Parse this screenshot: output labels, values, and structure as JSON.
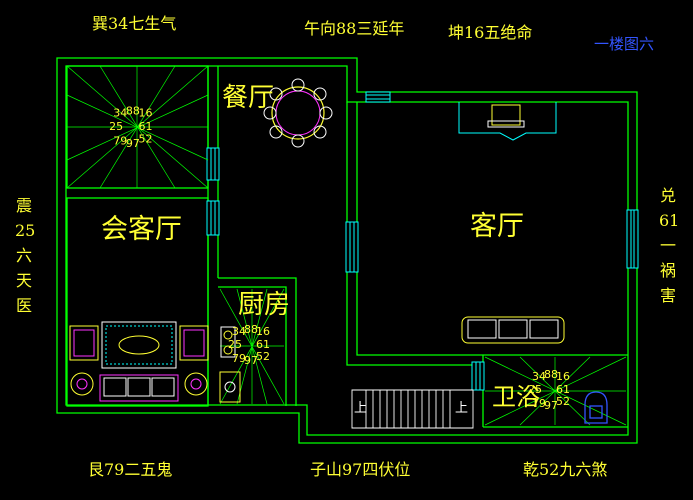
{
  "directions": {
    "top_left": "巽34七生气",
    "top_center": "午向88三延年",
    "top_right": "坤16五绝命",
    "title": "一楼图六",
    "left": "震25六天医",
    "right": "兑61一祸害",
    "bottom_left": "艮79二五鬼",
    "bottom_center": "子山97四伏位",
    "bottom_right": "乾52九六煞"
  },
  "rooms": {
    "reception": "会客厅",
    "dining": "餐厅",
    "living": "客厅",
    "kitchen": "厨房",
    "bathroom": "卫浴"
  },
  "stairs": {
    "up_left": "上",
    "up_right": "上"
  },
  "star_numbers": {
    "topleft_room": [
      "34",
      "88",
      "16",
      "25",
      "61",
      "79",
      "97",
      "52"
    ],
    "kitchen": [
      "34",
      "88",
      "16",
      "25",
      "61",
      "79",
      "97",
      "52"
    ],
    "bathroom": [
      "34",
      "88",
      "16",
      "25",
      "61",
      "79",
      "97",
      "52"
    ]
  },
  "colors": {
    "wall": "#00ff00",
    "label": "#ffff33",
    "title": "#3355ff",
    "furniture": "#ffffff",
    "accent": "#ff33ff",
    "cyan": "#00ffff"
  }
}
